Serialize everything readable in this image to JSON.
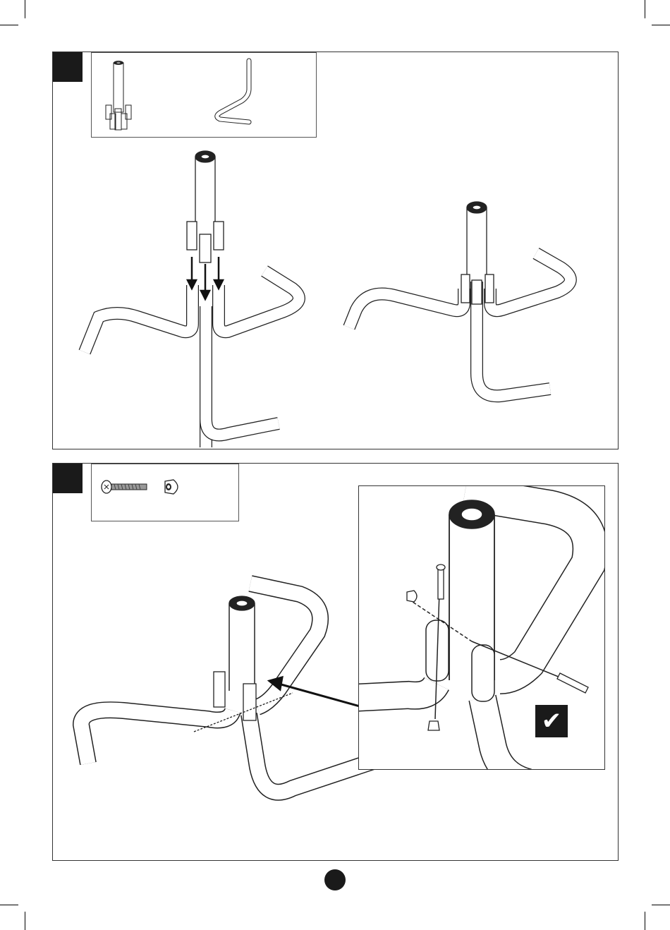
{
  "page": {
    "steps": [
      {
        "step_label": "",
        "parts": [
          {
            "part_icon": "center-post-icon"
          },
          {
            "part_icon": "bent-leg-tube-icon"
          }
        ],
        "views": [
          "exploded-leg-insertion",
          "assembled-leg-base"
        ]
      },
      {
        "step_label": "",
        "parts": [
          {
            "part_icon": "bolt-icon"
          },
          {
            "part_icon": "cap-nut-icon"
          }
        ],
        "views": [
          "bolt-fastening-overview",
          "bolt-fastening-detail"
        ],
        "detail_badge": {
          "icon": "checkmark-icon",
          "glyph": "✔"
        }
      }
    ],
    "page_number": ""
  },
  "colors": {
    "ink": "#1a1a1a",
    "line": "#222222",
    "paper": "#ffffff"
  }
}
